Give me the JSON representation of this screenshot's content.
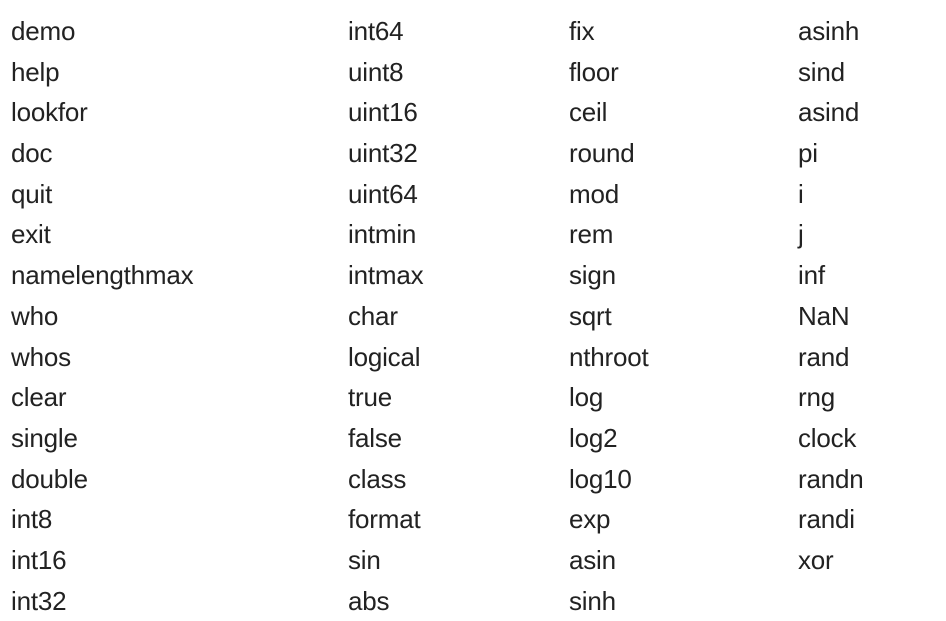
{
  "columns": [
    [
      "demo",
      "help",
      "lookfor",
      "doc",
      "quit",
      "exit",
      "namelengthmax",
      "who",
      "whos",
      "clear",
      "single",
      "double",
      "int8",
      "int16",
      "int32"
    ],
    [
      "int64",
      "uint8",
      "uint16",
      "uint32",
      "uint64",
      "intmin",
      "intmax",
      "char",
      "logical",
      "true",
      "false",
      "class",
      "format",
      "sin",
      "abs"
    ],
    [
      "fix",
      "floor",
      "ceil",
      "round",
      "mod",
      "rem",
      "sign",
      "sqrt",
      "nthroot",
      "log",
      "log2",
      "log10",
      "exp",
      "asin",
      "sinh"
    ],
    [
      "asinh",
      "sind",
      "asind",
      "pi",
      "i",
      "j",
      "inf",
      "NaN",
      "rand",
      "rng",
      "clock",
      "randn",
      "randi",
      "xor"
    ]
  ]
}
